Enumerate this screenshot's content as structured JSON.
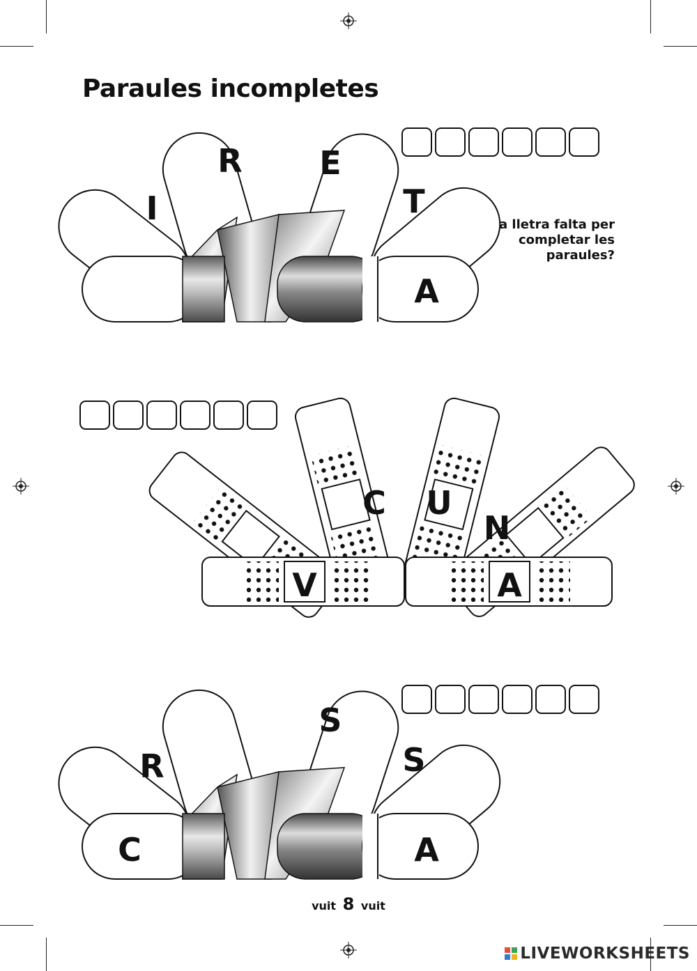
{
  "title": "Paraules incompletes",
  "instruction": "Quina lletra falta per completar les paraules?",
  "footer": {
    "word_left": "vuit",
    "number": "8",
    "word_right": "vuit"
  },
  "brand": {
    "name": "LIVEWORKSHEETS",
    "colors": [
      "#e84c3d",
      "#3aa655",
      "#2f80c9",
      "#f2b21b"
    ]
  },
  "answer_boxes_per_puzzle": 6,
  "puzzles": [
    {
      "id": "puzzle-1",
      "style": "plaster-fan",
      "tiles": [
        {
          "position": "far-left",
          "letter": ""
        },
        {
          "position": "left",
          "letter": "I"
        },
        {
          "position": "upper-left",
          "letter": "R"
        },
        {
          "position": "upper-right",
          "letter": "E"
        },
        {
          "position": "right",
          "letter": "T"
        },
        {
          "position": "far-right",
          "letter": "A"
        }
      ]
    },
    {
      "id": "puzzle-2",
      "style": "dotted-bandage-fan",
      "tiles": [
        {
          "position": "bottom-left",
          "letter": "V"
        },
        {
          "position": "left",
          "letter": ""
        },
        {
          "position": "upper-left",
          "letter": "C"
        },
        {
          "position": "upper-right",
          "letter": "U"
        },
        {
          "position": "right",
          "letter": "N"
        },
        {
          "position": "bottom-right",
          "letter": "A"
        }
      ]
    },
    {
      "id": "puzzle-3",
      "style": "plaster-fan",
      "tiles": [
        {
          "position": "far-left",
          "letter": "C"
        },
        {
          "position": "left",
          "letter": "R"
        },
        {
          "position": "upper-left",
          "letter": ""
        },
        {
          "position": "upper-right",
          "letter": "S"
        },
        {
          "position": "right",
          "letter": "S"
        },
        {
          "position": "far-right",
          "letter": "A"
        }
      ]
    }
  ],
  "colors": {
    "ink": "#111111",
    "metal_dark": "#6b6b6b",
    "metal_light": "#f2f2f2"
  }
}
